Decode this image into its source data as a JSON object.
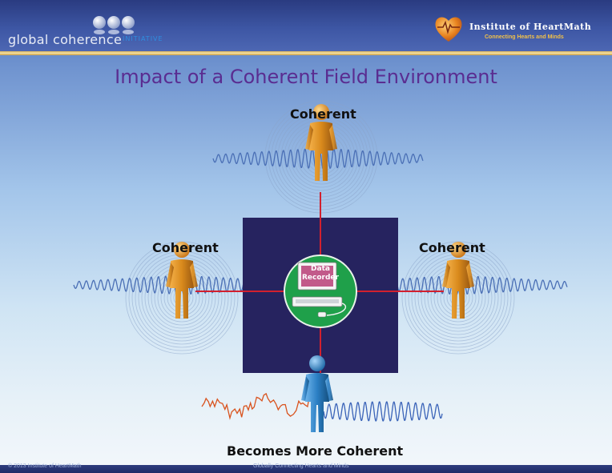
{
  "header": {
    "left_logo": {
      "text": "global coherence",
      "suffix": "INITIATIVE",
      "icon": "three-globes-icon"
    },
    "right_logo": {
      "title": "Institute of HeartMath",
      "tagline": "Connecting Hearts and Minds",
      "icon": "heart-logo-icon"
    }
  },
  "slide": {
    "title": "Impact of a Coherent Field Environment"
  },
  "diagram": {
    "people": {
      "top": "Coherent",
      "left": "Coherent",
      "right": "Coherent",
      "bottom": "Becomes More Coherent"
    },
    "recorder": {
      "line1": "Data",
      "line2": "Recorder",
      "icon": "computer-icon"
    }
  },
  "footer": {
    "copyright": "© 2013 Institute of HeartMath",
    "tagline": "Globally Connecting Hearts and Minds"
  },
  "colors": {
    "title": "#5a2d91",
    "coherent_figure": "#d98a1c",
    "target_figure": "#2b7fc4",
    "wave_blue": "#4a6fb5",
    "wave_red": "#d9531e",
    "square": "#26235f",
    "recorder_circle": "#1fa04a",
    "connector": "#d2202e"
  }
}
